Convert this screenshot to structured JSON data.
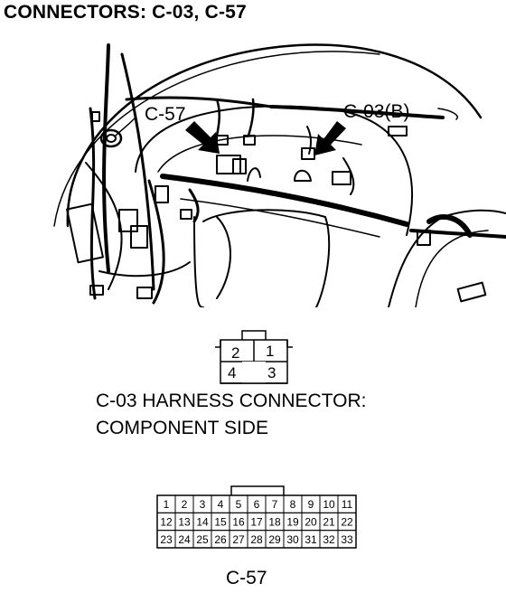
{
  "title": "CONNECTORS: C-03, C-57",
  "illustration": {
    "callout_c57": "C-57",
    "callout_c03": "C-03(B)"
  },
  "connector_c03": {
    "caption_line1": "C-03 HARNESS CONNECTOR:",
    "caption_line2": "COMPONENT SIDE",
    "pins": [
      "1",
      "2",
      "3",
      "4"
    ]
  },
  "connector_c57": {
    "label": "C-57",
    "rows": [
      [
        "1",
        "2",
        "3",
        "4",
        "5",
        "6",
        "7",
        "8",
        "9",
        "10",
        "11"
      ],
      [
        "12",
        "13",
        "14",
        "15",
        "16",
        "17",
        "18",
        "19",
        "20",
        "21",
        "22"
      ],
      [
        "23",
        "24",
        "25",
        "26",
        "27",
        "28",
        "29",
        "30",
        "31",
        "32",
        "33"
      ]
    ]
  }
}
